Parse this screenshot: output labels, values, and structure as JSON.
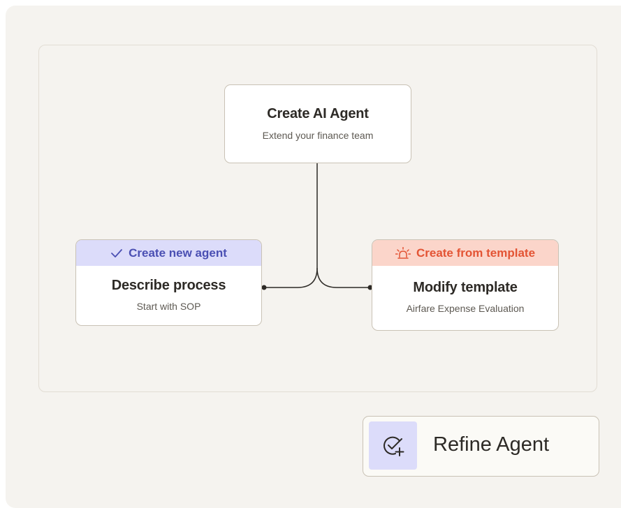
{
  "root_node": {
    "title": "Create AI Agent",
    "subtitle": "Extend your finance team"
  },
  "left_node": {
    "header": "Create new agent",
    "header_icon": "check-icon",
    "title": "Describe process",
    "subtitle": "Start with SOP"
  },
  "right_node": {
    "header": "Create from template",
    "header_icon": "siren-icon",
    "title": "Modify template",
    "subtitle": "Airfare Expense Evaluation"
  },
  "refine_button": {
    "label": "Refine Agent",
    "icon": "circle-check-plus-icon"
  },
  "colors": {
    "background": "#f5f3ef",
    "blue_header": "#dcdcfa",
    "blue_text": "#4a4fb3",
    "red_header": "#fbd5ca",
    "red_text": "#e35434",
    "connector": "#2d2a26"
  }
}
